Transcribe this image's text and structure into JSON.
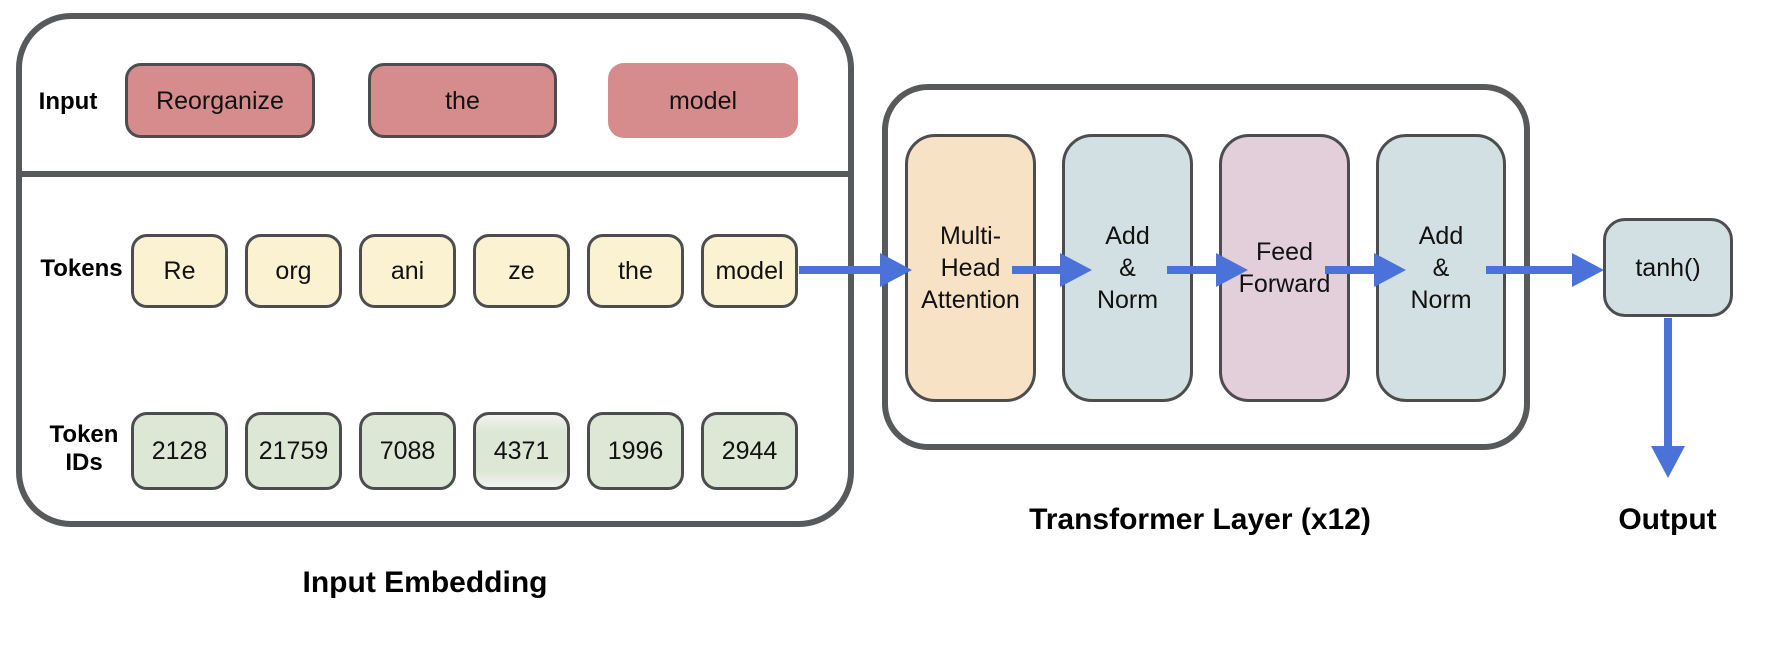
{
  "embedding": {
    "caption": "Input Embedding",
    "input_row": {
      "label": "Input",
      "boxes": [
        "Reorganize",
        "the",
        "model"
      ]
    },
    "tokens_row": {
      "label": "Tokens",
      "boxes": [
        "Re",
        "org",
        "ani",
        "ze",
        "the",
        "model"
      ]
    },
    "ids_row": {
      "label": "Token\nIDs",
      "boxes": [
        "2128",
        "21759",
        "7088",
        "4371",
        "1996",
        "2944"
      ]
    }
  },
  "transformer": {
    "caption": "Transformer Layer (x12)",
    "blocks": [
      "Multi-\nHead\nAttention",
      "Add\n&\nNorm",
      "Feed\nForward",
      "Add\n&\nNorm"
    ]
  },
  "head": {
    "activation_label": "tanh()",
    "output_caption": "Output"
  },
  "colors": {
    "frame_border": "#58595b",
    "box_border": "#4d4d4f",
    "input_box_fill": "#d68b8d",
    "token_box_fill": "#fbf2d2",
    "token_id_box_fill": "#dce8d5",
    "attention_fill": "#f8e2c6",
    "add_norm_fill": "#d2dfe3",
    "feed_forward_fill": "#e3cfda",
    "tanh_fill": "#d2dfe3",
    "arrow": "#4a72d9"
  }
}
